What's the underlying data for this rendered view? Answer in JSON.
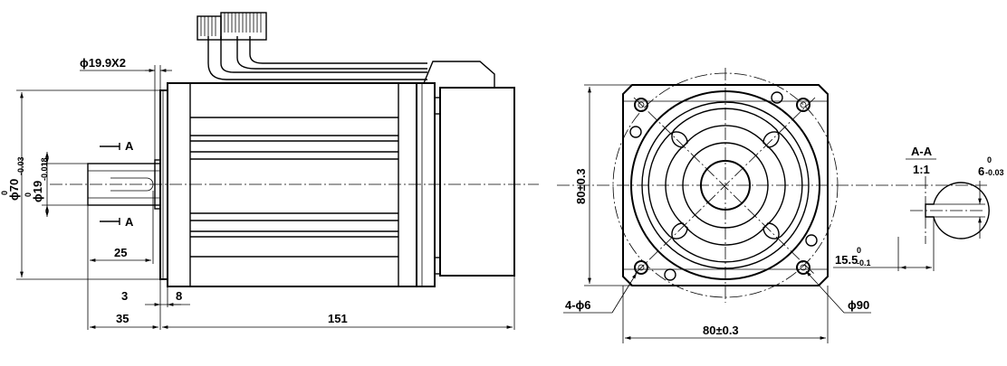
{
  "side_view": {
    "shaft_dia_main": "ϕ19",
    "shaft_dia_tol_upper": "0",
    "shaft_dia_tol_lower": "-0.018",
    "pilot_dia_main": "ϕ70",
    "pilot_dia_tol_upper": "0",
    "pilot_dia_tol_lower": "-0.03",
    "boss_callout": "ϕ19.9X2",
    "section_mark": "A",
    "shaft_key_length": "25",
    "flange_thickness": "3",
    "flange_offset": "8",
    "shaft_length": "35",
    "body_length": "151"
  },
  "front_view": {
    "square_height": "80±0.3",
    "square_width": "80±0.3",
    "holes": "4-ϕ6",
    "bolt_circle": "ϕ90"
  },
  "section_view": {
    "title": "A-A",
    "scale": "1:1",
    "key_width_main": "6",
    "key_width_tol_upper": "0",
    "key_width_tol_lower": "-0.03",
    "key_depth_main": "15.5",
    "key_depth_tol_upper": "0",
    "key_depth_tol_lower": "-0.1"
  }
}
